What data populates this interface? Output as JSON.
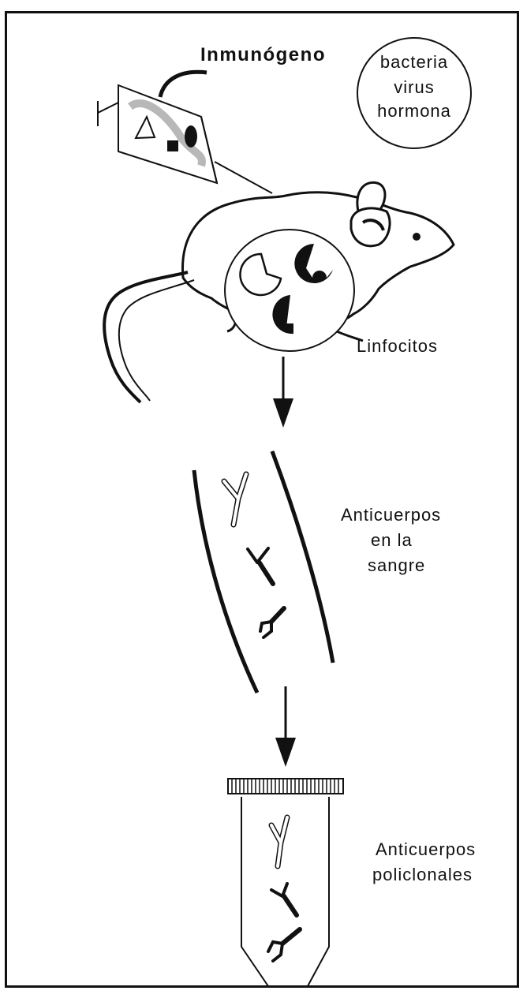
{
  "diagram": {
    "immunogen_label": "Inmunógeno",
    "immunogen_examples": [
      "bacteria",
      "virus",
      "hormona"
    ],
    "lymphocytes_label": "Linfocitos",
    "blood_antibodies_label": [
      "Anticuerpos",
      "en la",
      "sangre"
    ],
    "polyclonal_label": [
      "Anticuerpos",
      "policlonales"
    ]
  }
}
